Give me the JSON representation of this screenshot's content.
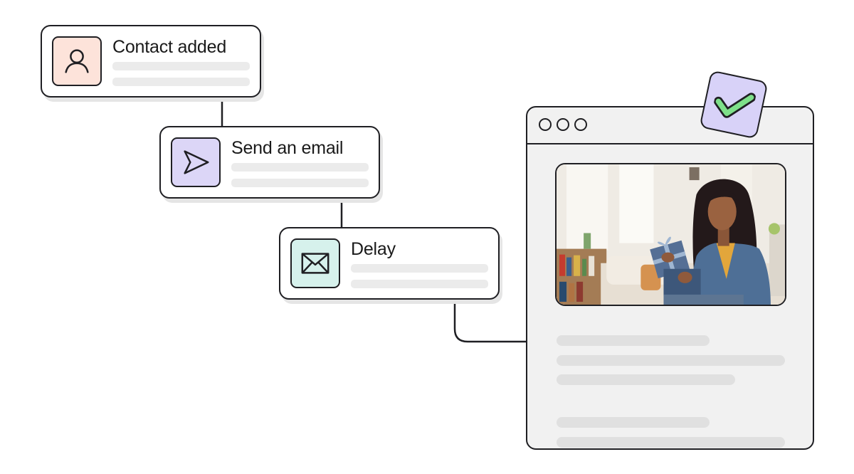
{
  "workflow": {
    "steps": [
      {
        "label": "Contact added",
        "icon": "user-icon"
      },
      {
        "label": "Send an email",
        "icon": "send-icon"
      },
      {
        "label": "Delay",
        "icon": "envelope-icon"
      }
    ]
  },
  "preview": {
    "window_controls": [
      "circle",
      "circle",
      "circle"
    ],
    "image": "woman-opening-gift-photo",
    "status_icon": "checkmark-icon"
  },
  "colors": {
    "outline": "#1f1f23",
    "contact_icon_bg": "#fde3da",
    "send_icon_bg": "#dcd6f7",
    "delay_icon_bg": "#d6f1ec",
    "check_bg": "#d8d2f8",
    "check_mark": "#7ee08a"
  }
}
